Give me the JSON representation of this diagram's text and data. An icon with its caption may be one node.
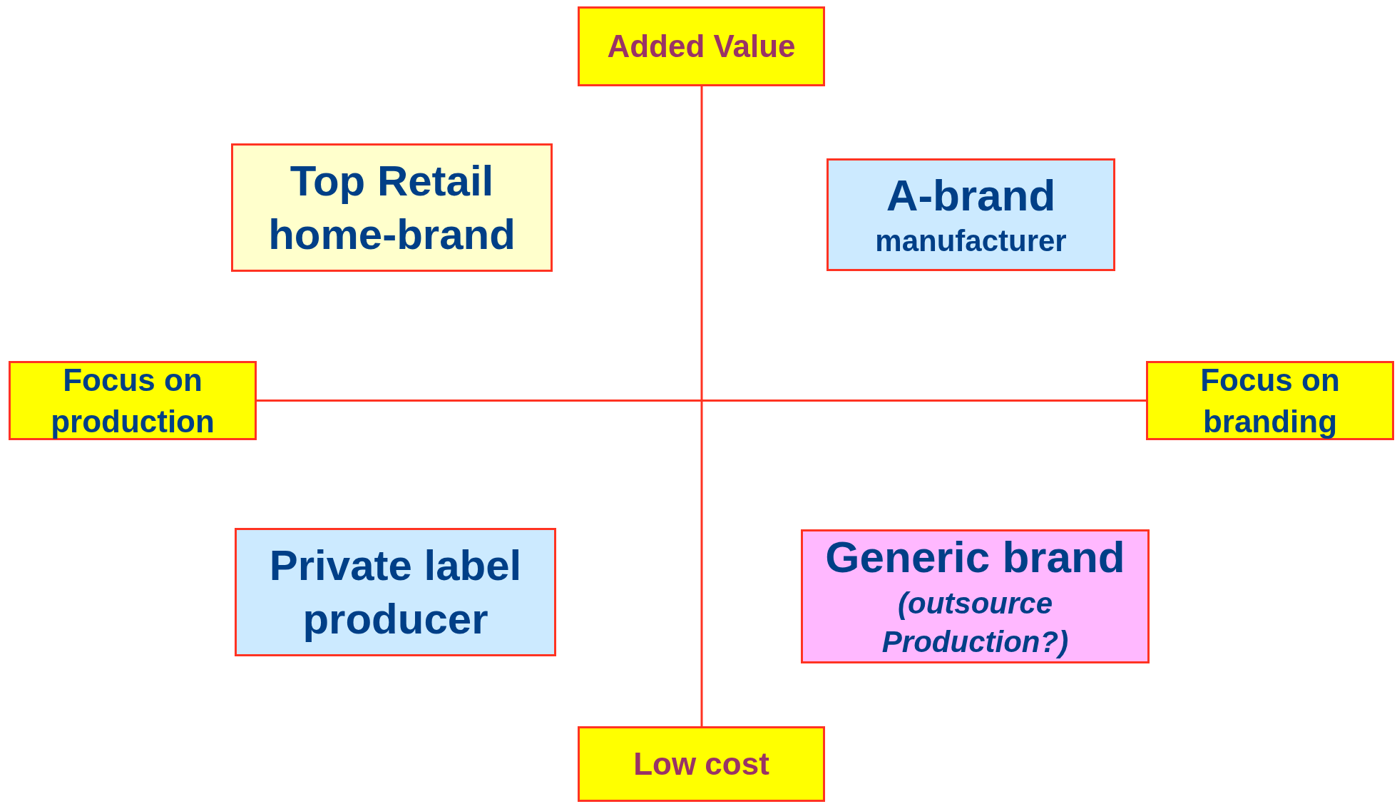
{
  "diagram": {
    "nodes": [
      {
        "text": [
          "Added Value"
        ]
      },
      {
        "text": [
          "Top Retail home-brand"
        ]
      },
      {
        "text": [
          "A-brand",
          "manufacturer"
        ]
      },
      {
        "text": [
          "Focus on production"
        ]
      },
      {
        "text": [
          "Focus on branding"
        ]
      },
      {
        "text": [
          "Private label producer"
        ]
      },
      {
        "text": [
          "Generic brand",
          "(outsource Production?)"
        ]
      },
      {
        "text": [
          "Low cost"
        ]
      }
    ],
    "edges": [
      {
        "from": 0,
        "to": 7,
        "arrow": "none"
      },
      {
        "from": 3,
        "to": 4,
        "arrow": "none"
      }
    ]
  }
}
